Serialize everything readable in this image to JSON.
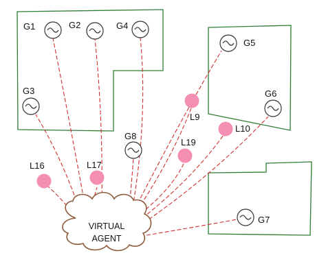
{
  "diagram": {
    "agent": {
      "label_line1": "VIRTUAL",
      "label_line2": "AGENT"
    },
    "generators": [
      {
        "id": "g1",
        "label": "G1"
      },
      {
        "id": "g2",
        "label": "G2"
      },
      {
        "id": "g4",
        "label": "G4"
      },
      {
        "id": "g3",
        "label": "G3"
      },
      {
        "id": "g5",
        "label": "G5"
      },
      {
        "id": "g6",
        "label": "G6"
      },
      {
        "id": "g8",
        "label": "G8"
      },
      {
        "id": "g7",
        "label": "G7"
      }
    ],
    "loads": [
      {
        "id": "l16",
        "label": "L16"
      },
      {
        "id": "l17",
        "label": "L17"
      },
      {
        "id": "l9",
        "label": "L9"
      },
      {
        "id": "l19",
        "label": "L19"
      },
      {
        "id": "l10",
        "label": "L10"
      }
    ],
    "colors": {
      "region_border": "#2e7d32",
      "link_line": "#d32f2f",
      "load_fill": "#f48fb1",
      "agent_cloud": "#8d5a3b",
      "generator_stroke": "#333333"
    }
  }
}
